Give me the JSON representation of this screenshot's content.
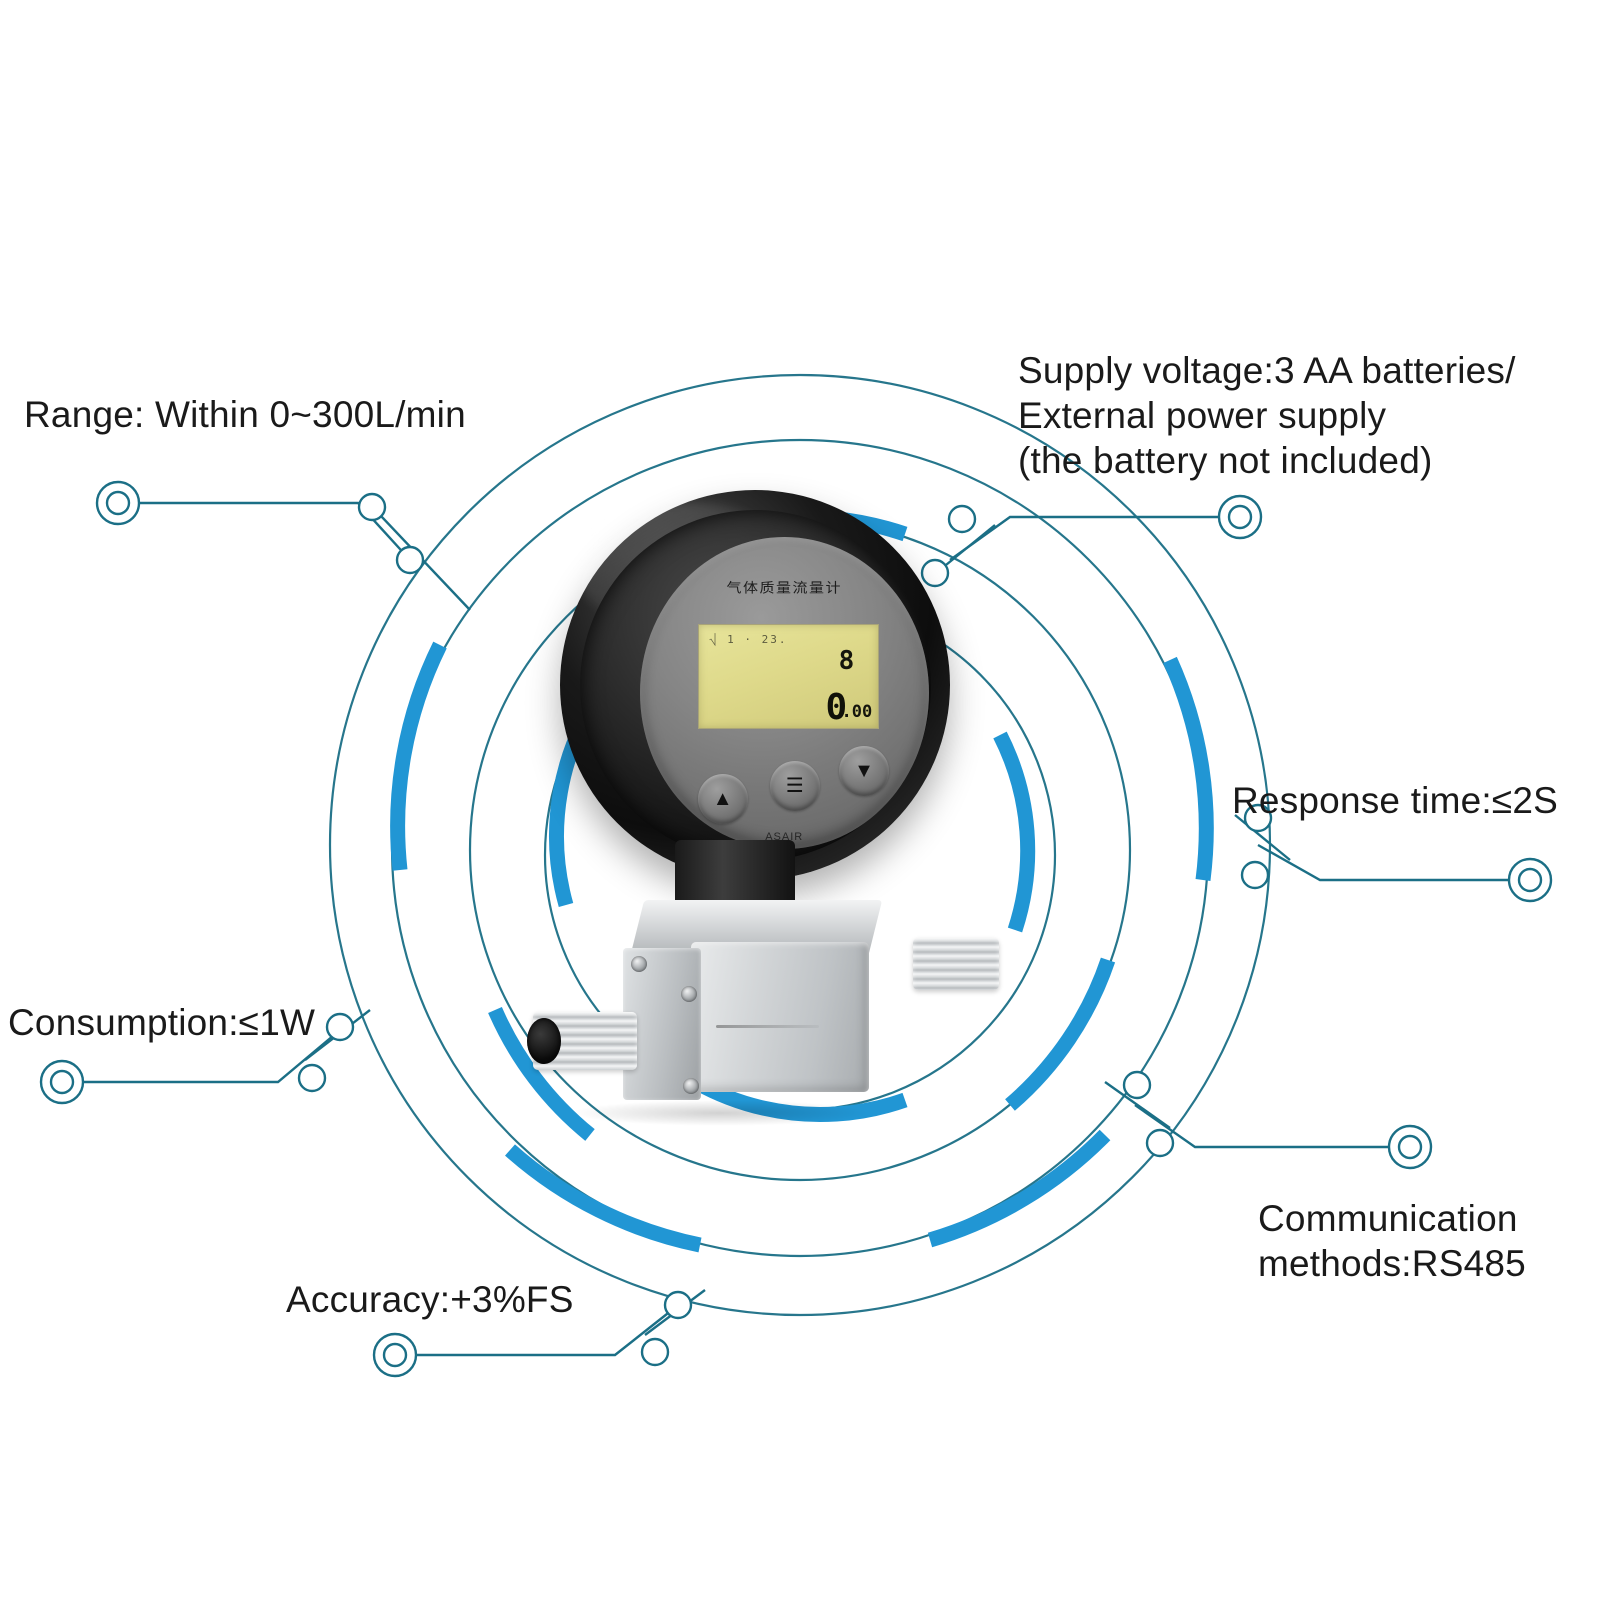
{
  "infographic": {
    "background_color": "#ffffff",
    "ring_color": "#1b6f86",
    "arc_color": "#2196d4"
  },
  "callouts": [
    {
      "id": "range",
      "text": "Range: Within 0~300L/min"
    },
    {
      "id": "supply",
      "text": "Supply voltage:3 AA batteries/\nExternal power supply\n(the battery not included)"
    },
    {
      "id": "response",
      "text": "Response time:≤2S"
    },
    {
      "id": "comm",
      "text": "Communication\nmethods:RS485"
    },
    {
      "id": "consumption",
      "text": "Consumption:≤1W"
    },
    {
      "id": "accuracy",
      "text": "Accuracy:+3%FS"
    }
  ],
  "device": {
    "face_label_cn": "气体质量流量计",
    "brand": "ASAIR",
    "lcd": {
      "top_row": "⎷  1 · 23.",
      "digit_primary": "8",
      "digit_secondary": "0",
      "decimals": ".00",
      "backlight_color": "#ded98a"
    },
    "buttons": [
      {
        "id": "up",
        "label": "▲",
        "name": "up-arrow"
      },
      {
        "id": "menu",
        "label": "☰",
        "name": "menu"
      },
      {
        "id": "down",
        "label": "▼",
        "name": "down-arrow"
      }
    ]
  }
}
